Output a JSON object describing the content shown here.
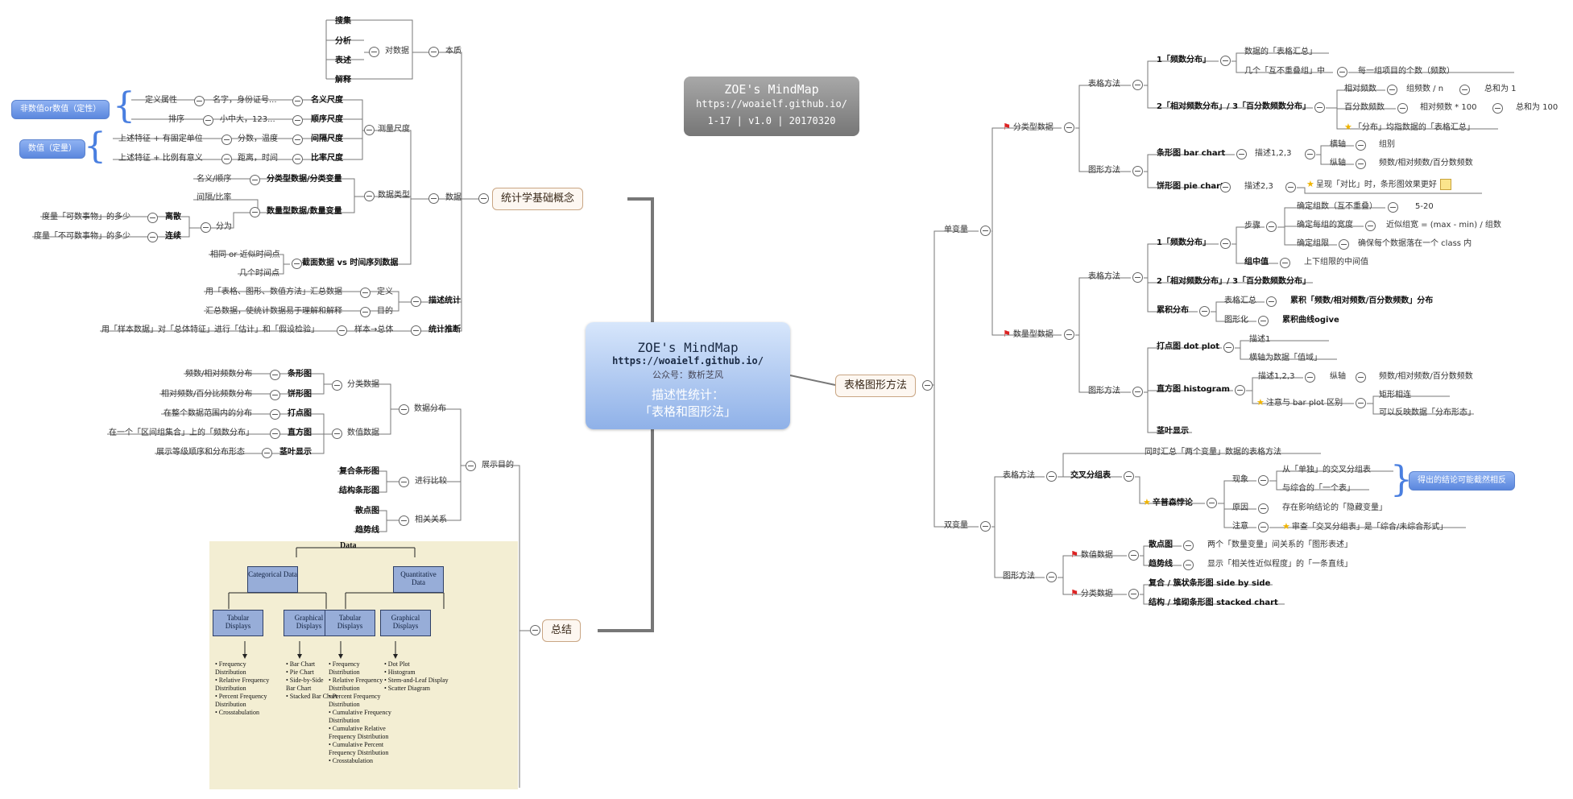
{
  "title_card": {
    "line1": "ZOE's MindMap",
    "line2": "https://woaielf.github.io/",
    "line3": "1-17 | v1.0 | 20170320"
  },
  "center": {
    "line1": "ZOE's MindMap",
    "line2": "https://woaielf.github.io/",
    "line3": "公众号：数析芝风",
    "line4": "描述性统计：",
    "line5": "「表格和图形法」"
  },
  "branches": {
    "basic": "统计学基础概念",
    "table_graph": "表格图形方法",
    "summary": "总结"
  },
  "pills": {
    "nonnum": "非数值or数值（定性）",
    "num": "数值（定量）",
    "paradox": "得出的结论可能截然相反"
  },
  "left_nodes": {
    "n1": "搜集",
    "n2": "分析",
    "n3": "表述",
    "n4": "解释",
    "n5": "对数据",
    "n6": "本质",
    "n7": "定义属性",
    "n8": "名字，身份证号...",
    "n9": "名义尺度",
    "n10": "排序",
    "n11": "小中大，123...",
    "n12": "顺序尺度",
    "n13": "上述特征 + 有固定单位",
    "n14": "分数，温度",
    "n15": "间隔尺度",
    "n16": "上述特征 + 比例有意义",
    "n17": "距离，时间",
    "n18": "比率尺度",
    "n19": "测量尺度",
    "n20": "名义/顺序",
    "n21": "分类型数据/分类变量",
    "n22": "间隔/比率",
    "n23": "数量型数据/数量变量",
    "n24": "度量「可数事物」的多少",
    "n25": "离散",
    "n26": "度量「不可数事物」的多少",
    "n27": "连续",
    "n28": "分为",
    "n29": "数据类型",
    "n30": "数据",
    "n31": "相同 or 近似时间点",
    "n32": "几个时间点",
    "n33": "截面数据 vs 时间序列数据",
    "n34": "用「表格、图形、数值方法」汇总数据",
    "n35": "定义",
    "n36": "汇总数据，使统计数据易于理解和解释",
    "n37": "目的",
    "n38": "描述统计",
    "n39": "用「样本数据」对「总体特征」进行「估计」和「假设检验」",
    "n40": "样本→总体",
    "n41": "统计推断",
    "n42": "频数/相对频数分布",
    "n43": "条形图",
    "n44": "相对频数/百分比频数分布",
    "n45": "饼形图",
    "n46": "在整个数据范围内的分布",
    "n47": "打点图",
    "n48": "在一个「区间组集合」上的「频数分布」",
    "n49": "直方图",
    "n50": "展示等级顺序和分布形态",
    "n51": "茎叶显示",
    "n52": "分类数据",
    "n53": "数值数据",
    "n54": "数据分布",
    "n55": "复合条形图",
    "n56": "结构条形图",
    "n57": "进行比较",
    "n58": "散点图",
    "n59": "趋势线",
    "n60": "相关关系",
    "n61": "展示目的"
  },
  "right_nodes": {
    "r1": "单变量",
    "r2": "分类型数据",
    "r3": "表格方法",
    "r4": "1「频数分布」",
    "r5": "数据的「表格汇总」",
    "r6": "几个「互不重叠组」中",
    "r7": "每一组项目的个数（频数）",
    "r8": "2「相对频数分布」/ 3「百分数频数分布」",
    "r9": "相对频数",
    "r10": "组频数 / n",
    "r11": "总和为 1",
    "r12": "百分数频数",
    "r13": "相对频数 * 100",
    "r14": "总和为 100",
    "r15": "「分布」均指数据的「表格汇总」",
    "r16": "图形方法",
    "r17": "条形图 bar chart",
    "r18": "描述1,2,3",
    "r19": "横轴",
    "r20": "组别",
    "r21": "纵轴",
    "r22": "频数/相对频数/百分数频数",
    "r23": "饼形图 pie chart",
    "r24": "描述2,3",
    "r25": "呈现「对比」时，条形图效果更好",
    "r26": "数量型数据",
    "r27": "表格方法",
    "r28": "1「频数分布」",
    "r29": "步骤",
    "r30": "确定组数（互不重叠）",
    "r31": "5-20",
    "r32": "确定每组的宽度",
    "r33": "近似组宽 = (max - min) / 组数",
    "r34": "确定组限",
    "r35": "确保每个数据落在一个 class 内",
    "r36": "组中值",
    "r37": "上下组限的中间值",
    "r38": "2「相对频数分布」/ 3「百分数频数分布」",
    "r39": "累积分布",
    "r40": "表格汇总",
    "r41": "累积「频数/相对频数/百分数频数」分布",
    "r42": "图形化",
    "r43": "累积曲线ogive",
    "r44": "图形方法",
    "r45": "打点图 dot plot",
    "r46": "描述1",
    "r47": "横轴为数据「值域」",
    "r48": "直方图 histogram",
    "r49": "描述1,2,3",
    "r50": "纵轴",
    "r51": "频数/相对频数/百分数频数",
    "r52": "注意与 bar plot 区别",
    "r53": "矩形相连",
    "r54": "可以反映数据「分布形态」",
    "r55": "茎叶显示",
    "r56": "双变量",
    "r57": "表格方法",
    "r58": "同时汇总「两个变量」数据的表格方法",
    "r59": "交叉分组表",
    "r60": "辛普森悖论",
    "r61": "现象",
    "r62": "从「单独」的交叉分组表",
    "r63": "与综合的「一个表」",
    "r64": "原因",
    "r65": "存在影响结论的「隐藏变量」",
    "r66": "注意",
    "r67": "审查「交叉分组表」是「综合/未综合形式」",
    "r68": "图形方法",
    "r69": "数值数据",
    "r70": "散点图",
    "r71": "两个「数量变量」间关系的「图形表述」",
    "r72": "趋势线",
    "r73": "显示「相关性近似程度」的「一条直线」",
    "r74": "分类数据",
    "r75": "复合 / 簇状条形图 side by side",
    "r76": "结构 / 堆砌条形图 stacked chart"
  },
  "flow": {
    "root": "Data",
    "cat": "Categorical Data",
    "quant": "Quantitative Data",
    "tab1": "Tabular Displays",
    "gr1": "Graphical Displays",
    "tab2": "Tabular Displays",
    "gr2": "Graphical Displays",
    "tab1_items": [
      "• Frequency",
      "  Distribution",
      "• Relative Frequency",
      "  Distribution",
      "• Percent Frequency",
      "  Distribution",
      "• Crosstabulation"
    ],
    "gr1_items": [
      "• Bar Chart",
      "• Pie Chart",
      "• Side-by-Side",
      "  Bar Chart",
      "• Stacked Bar Chart"
    ],
    "tab2_items": [
      "• Frequency",
      "  Distribution",
      "• Relative Frequency",
      "  Distribution",
      "• Percent Frequency",
      "  Distribution",
      "• Cumulative Frequency",
      "  Distribution",
      "• Cumulative Relative",
      "  Frequency Distribution",
      "• Cumulative Percent",
      "  Frequency Distribution",
      "• Crosstabulation"
    ],
    "gr2_items": [
      "• Dot Plot",
      "• Histogram",
      "• Stem-and-Leaf Display",
      "• Scatter Diagram"
    ]
  },
  "colors": {
    "accent_blue": "#5b87de",
    "branch_border": "#c9a684",
    "flag_red": "#dd2222",
    "star_gold": "#f0b400"
  }
}
